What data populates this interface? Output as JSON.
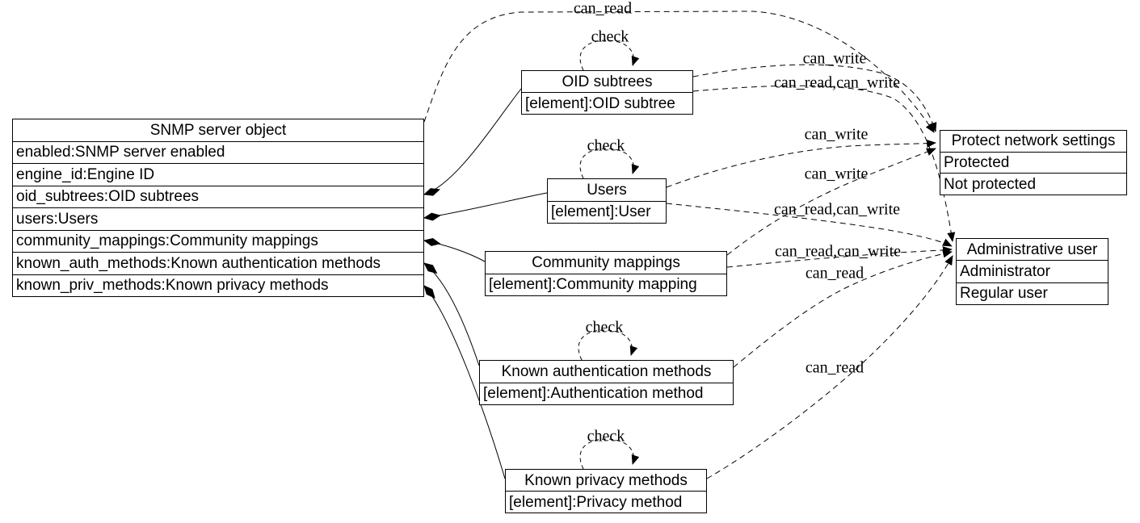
{
  "diagram": {
    "background_color": "#ffffff",
    "line_color": "#000000",
    "text_color": "#000000"
  },
  "nodes": {
    "snmp_server": {
      "title": "SNMP server object",
      "rows": [
        "enabled:SNMP server enabled",
        "engine_id:Engine ID",
        "oid_subtrees:OID subtrees",
        "users:Users",
        "community_mappings:Community mappings",
        "known_auth_methods:Known authentication methods",
        "known_priv_methods:Known privacy methods"
      ]
    },
    "oid_subtrees": {
      "title": "OID subtrees",
      "rows": [
        "[element]:OID subtree"
      ]
    },
    "users": {
      "title": "Users",
      "rows": [
        "[element]:User"
      ]
    },
    "community_mappings": {
      "title": "Community mappings",
      "rows": [
        "[element]:Community mapping"
      ]
    },
    "known_auth_methods": {
      "title": "Known authentication methods",
      "rows": [
        "[element]:Authentication method"
      ]
    },
    "known_priv_methods": {
      "title": "Known privacy methods",
      "rows": [
        "[element]:Privacy method"
      ]
    },
    "protect_network_settings": {
      "title": "Protect network settings",
      "rows": [
        "Protected",
        "Not protected"
      ]
    },
    "administrative_user": {
      "title": "Administrative user",
      "rows": [
        "Administrator",
        "Regular user"
      ]
    }
  },
  "edges": {
    "composition": [
      {
        "from": "SNMP server object.oid_subtrees",
        "to": "OID subtrees"
      },
      {
        "from": "SNMP server object.users",
        "to": "Users"
      },
      {
        "from": "SNMP server object.community_mappings",
        "to": "Community mappings"
      },
      {
        "from": "SNMP server object.known_auth_methods",
        "to": "Known authentication methods"
      },
      {
        "from": "SNMP server object.known_priv_methods",
        "to": "Known privacy methods"
      }
    ],
    "dependency": [
      {
        "from": "SNMP server object",
        "to": "Protect network settings",
        "label": "can_read"
      },
      {
        "from": "OID subtrees",
        "to": "Protect network settings",
        "label": "can_write"
      },
      {
        "from": "OID subtrees",
        "to": "Administrative user",
        "label": "can_read,can_write"
      },
      {
        "from": "Users",
        "to": "Protect network settings",
        "label": "can_write"
      },
      {
        "from": "Community mappings",
        "to": "Protect network settings",
        "label": "can_write"
      },
      {
        "from": "Users",
        "to": "Administrative user",
        "label": "can_read,can_write"
      },
      {
        "from": "Community mappings",
        "to": "Administrative user",
        "label": "can_read,can_write"
      },
      {
        "from": "Known authentication methods",
        "to": "Administrative user",
        "label": "can_read"
      },
      {
        "from": "Known privacy methods",
        "to": "Administrative user",
        "label": "can_read"
      }
    ],
    "self_checks": [
      {
        "node": "OID subtrees",
        "label": "check"
      },
      {
        "node": "Users",
        "label": "check"
      },
      {
        "node": "Known authentication methods",
        "label": "check"
      },
      {
        "node": "Known privacy methods",
        "label": "check"
      }
    ]
  }
}
